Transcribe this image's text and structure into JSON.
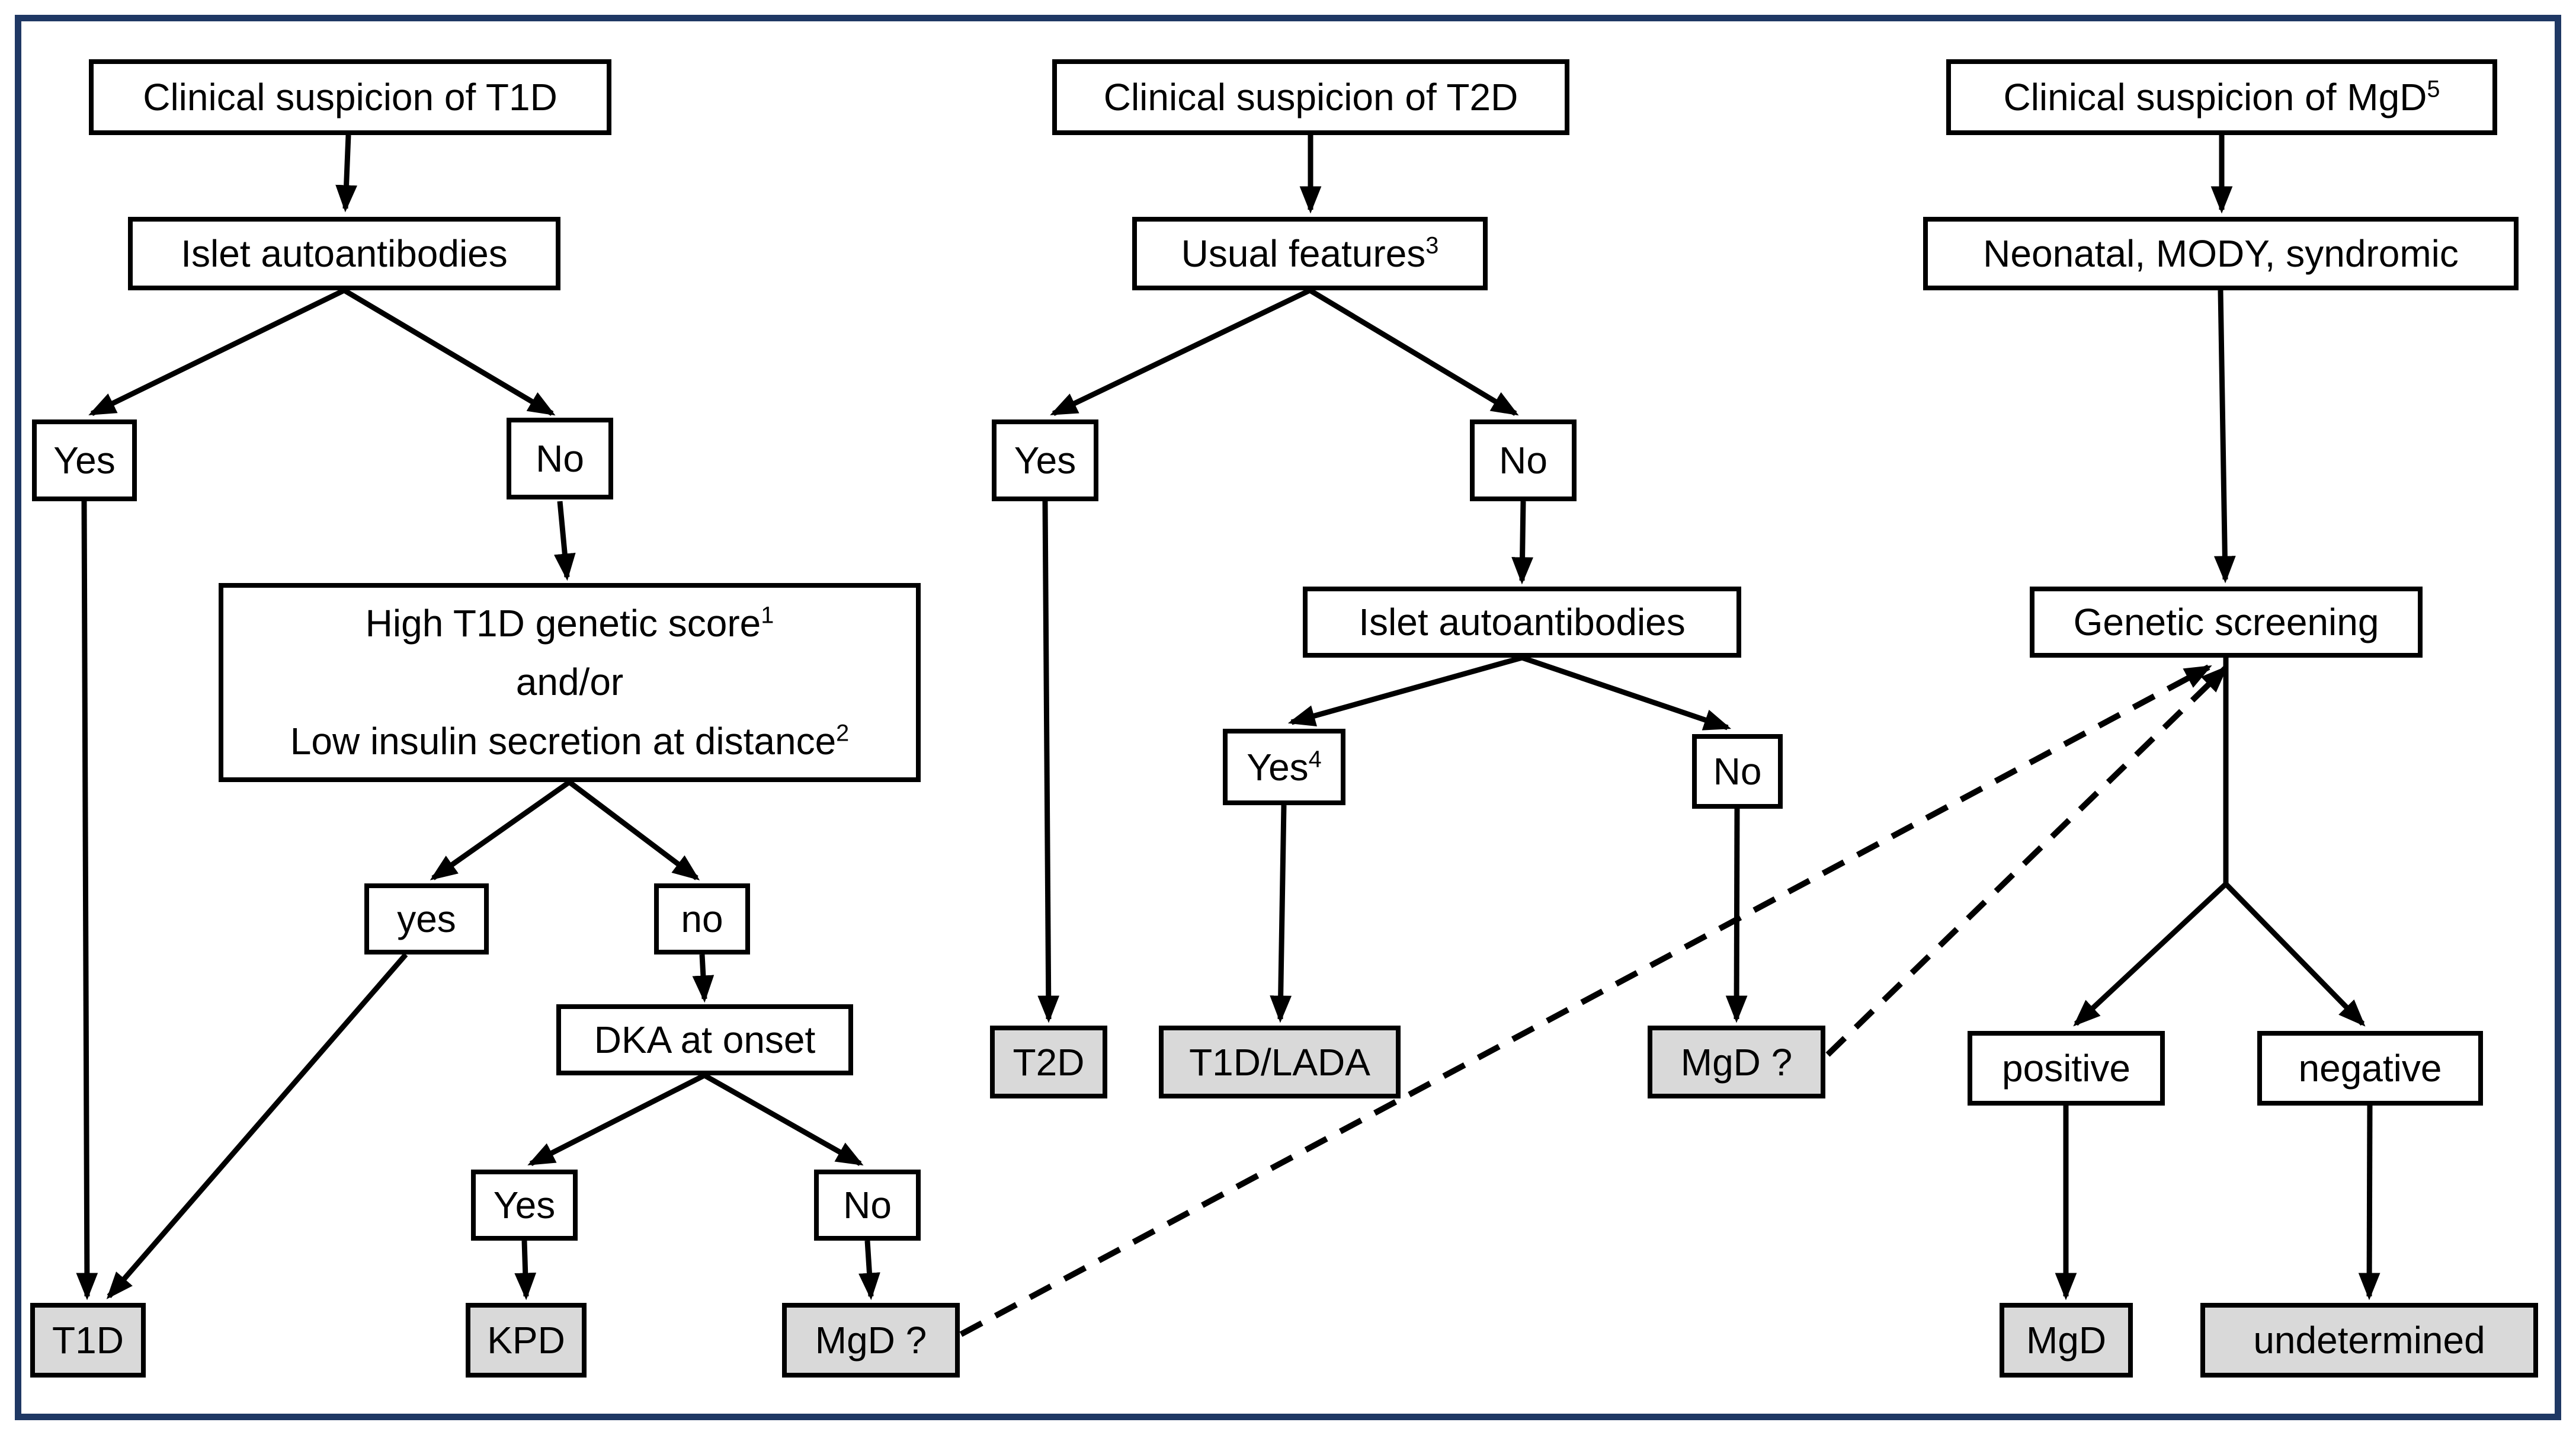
{
  "diagram": {
    "description": "Diagnostic flowchart for clinical suspicion of T1D, T2D and monogenic diabetes (MgD)",
    "colors": {
      "frame_border": "#1f3864",
      "box_border": "#000000",
      "box_fill": "#ffffff",
      "terminal_fill": "#d9d9d9",
      "arrow": "#000000"
    },
    "nodes": {
      "t1d_title": {
        "label": "Clinical suspicion of T1D"
      },
      "t1d_islet": {
        "label": "Islet autoantibodies"
      },
      "t1d_yes": {
        "label": "Yes"
      },
      "t1d_no": {
        "label": "No"
      },
      "score_line1": {
        "label": "High T1D genetic score",
        "sup": "1"
      },
      "score_line2": {
        "label": "and/or"
      },
      "score_line3": {
        "label": "Low insulin secretion at distance",
        "sup": "2"
      },
      "t1d_yes2": {
        "label": "yes"
      },
      "t1d_no2": {
        "label": "no"
      },
      "t1d_dka": {
        "label": "DKA at onset"
      },
      "t1d_yes3": {
        "label": "Yes"
      },
      "t1d_no3": {
        "label": "No"
      },
      "t1d_end": {
        "label": "T1D"
      },
      "kpd_end": {
        "label": "KPD"
      },
      "mgd_q1": {
        "label": "MgD ?"
      },
      "t2d_title": {
        "label": "Clinical suspicion of T2D"
      },
      "t2d_usual": {
        "label": "Usual features",
        "sup": "3"
      },
      "t2d_yes": {
        "label": "Yes"
      },
      "t2d_no": {
        "label": "No"
      },
      "t2d_islet": {
        "label": "Islet autoantibodies"
      },
      "t2d_yes2": {
        "label": "Yes",
        "sup": "4"
      },
      "t2d_no2": {
        "label": "No"
      },
      "t2d_end": {
        "label": "T2D"
      },
      "lada_end": {
        "label": "T1D/LADA"
      },
      "mgd_q2": {
        "label": "MgD ?"
      },
      "mgd_title": {
        "label": "Clinical suspicion of MgD",
        "sup": "5"
      },
      "mgd_neonatal": {
        "label": "Neonatal, MODY, syndromic"
      },
      "mgd_genetic": {
        "label": "Genetic screening"
      },
      "mgd_positive": {
        "label": "positive"
      },
      "mgd_negative": {
        "label": "negative"
      },
      "mgd_end": {
        "label": "MgD"
      },
      "undet_end": {
        "label": "undetermined"
      }
    }
  }
}
